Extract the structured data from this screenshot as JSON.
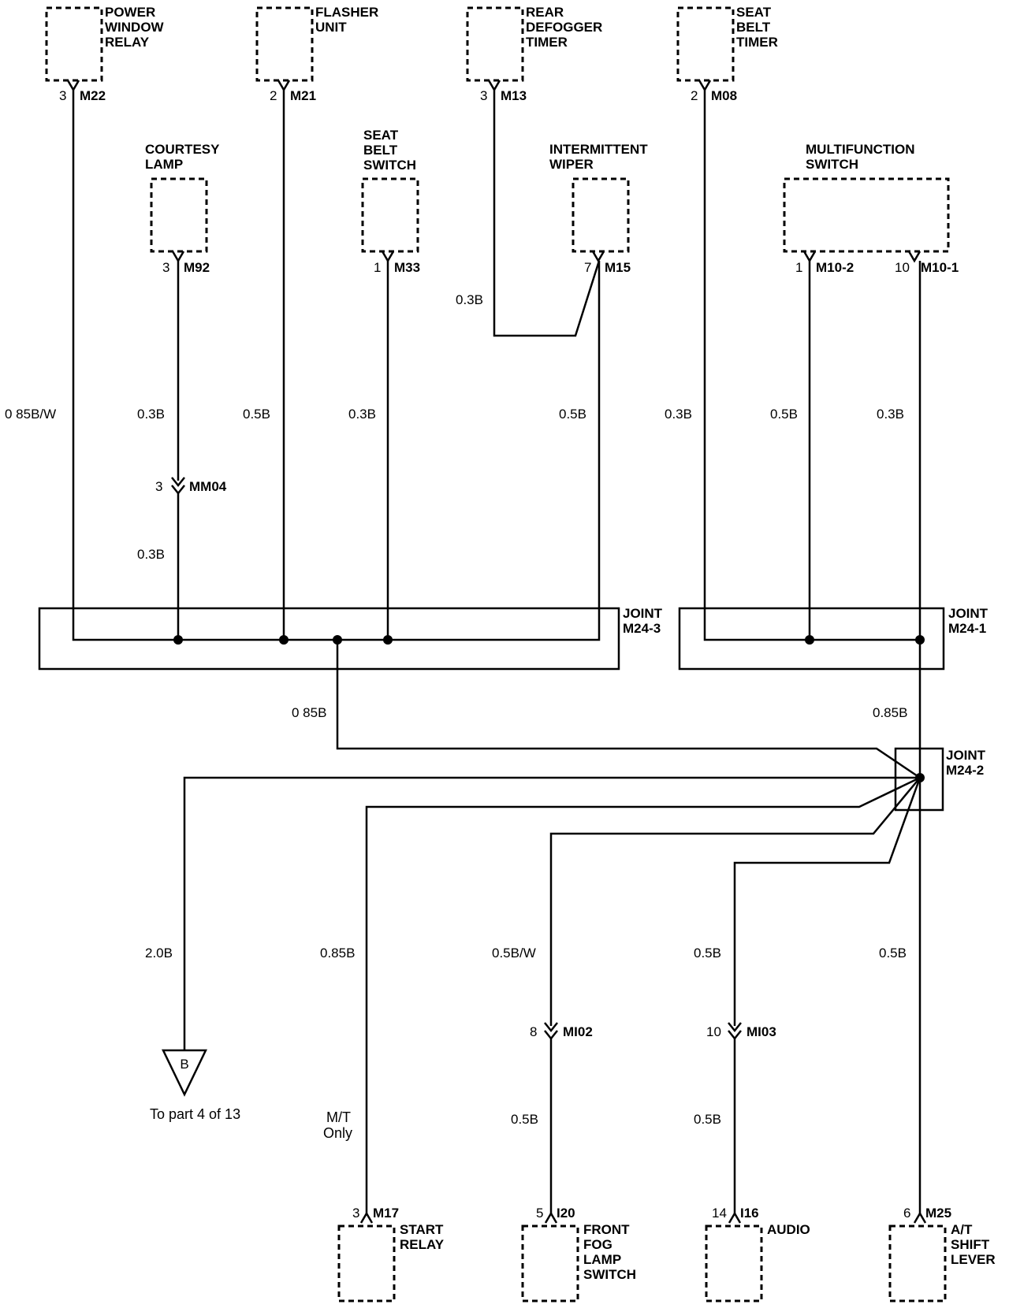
{
  "components": {
    "power_window_relay": [
      "POWER",
      "WINDOW",
      "RELAY"
    ],
    "flasher_unit": [
      "FLASHER",
      "UNIT"
    ],
    "rear_defogger_timer": [
      "REAR",
      "DEFOGGER",
      "TIMER"
    ],
    "seat_belt_timer": [
      "SEAT",
      "BELT",
      "TIMER"
    ],
    "courtesy_lamp": [
      "COURTESY",
      "LAMP"
    ],
    "seat_belt_switch": [
      "SEAT",
      "BELT",
      "SWITCH"
    ],
    "intermittent_wiper": [
      "INTERMITTENT",
      "WIPER"
    ],
    "multifunction_switch": [
      "MULTIFUNCTION",
      "SWITCH"
    ],
    "start_relay": [
      "START",
      "RELAY"
    ],
    "front_fog_lamp_switch": [
      "FRONT",
      "FOG",
      "LAMP",
      "SWITCH"
    ],
    "audio": [
      "AUDIO"
    ],
    "at_shift_lever": [
      "A/T",
      "SHIFT",
      "LEVER"
    ]
  },
  "connectors": {
    "m22": {
      "pin": "3",
      "id": "M22"
    },
    "m21": {
      "pin": "2",
      "id": "M21"
    },
    "m13": {
      "pin": "3",
      "id": "M13"
    },
    "m08": {
      "pin": "2",
      "id": "M08"
    },
    "m92": {
      "pin": "3",
      "id": "M92"
    },
    "m33": {
      "pin": "1",
      "id": "M33"
    },
    "m15": {
      "pin": "7",
      "id": "M15"
    },
    "m10_2": {
      "pin": "1",
      "id": "M10-2"
    },
    "m10_1": {
      "pin": "10",
      "id": "M10-1"
    },
    "mm04": {
      "pin": "3",
      "id": "MM04"
    },
    "mi02": {
      "pin": "8",
      "id": "MI02"
    },
    "mi03": {
      "pin": "10",
      "id": "MI03"
    },
    "m17": {
      "pin": "3",
      "id": "M17"
    },
    "i20": {
      "pin": "5",
      "id": "I20"
    },
    "i16": {
      "pin": "14",
      "id": "I16"
    },
    "m25": {
      "pin": "6",
      "id": "M25"
    }
  },
  "joints": {
    "m24_3": [
      "JOINT",
      "M24-3"
    ],
    "m24_1": [
      "JOINT",
      "M24-1"
    ],
    "m24_2": [
      "JOINT",
      "M24-2"
    ]
  },
  "wire_sizes": {
    "power_window": "0 85B/W",
    "courtesy_upper": "0.3B",
    "courtesy_lower": "0.3B",
    "flasher": "0.5B",
    "seat_belt_switch": "0.3B",
    "defogger": "0.3B",
    "wiper": "0.5B",
    "seat_belt_timer": "0.3B",
    "multifunction_2": "0.5B",
    "multifunction_1": "0.3B",
    "m24_3_out": "0 85B",
    "m24_1_out": "0.85B",
    "ground_b": "2.0B",
    "start_relay": "0.85B",
    "fog_upper": "0.5B/W",
    "fog_lower": "0.5B",
    "audio_upper": "0.5B",
    "audio_lower": "0.5B",
    "shift_lever": "0.5B"
  },
  "offpage": {
    "symbol": "B",
    "text": "To  part 4 of 13"
  },
  "notes": {
    "mt_only": [
      "M/T",
      "Only"
    ]
  }
}
